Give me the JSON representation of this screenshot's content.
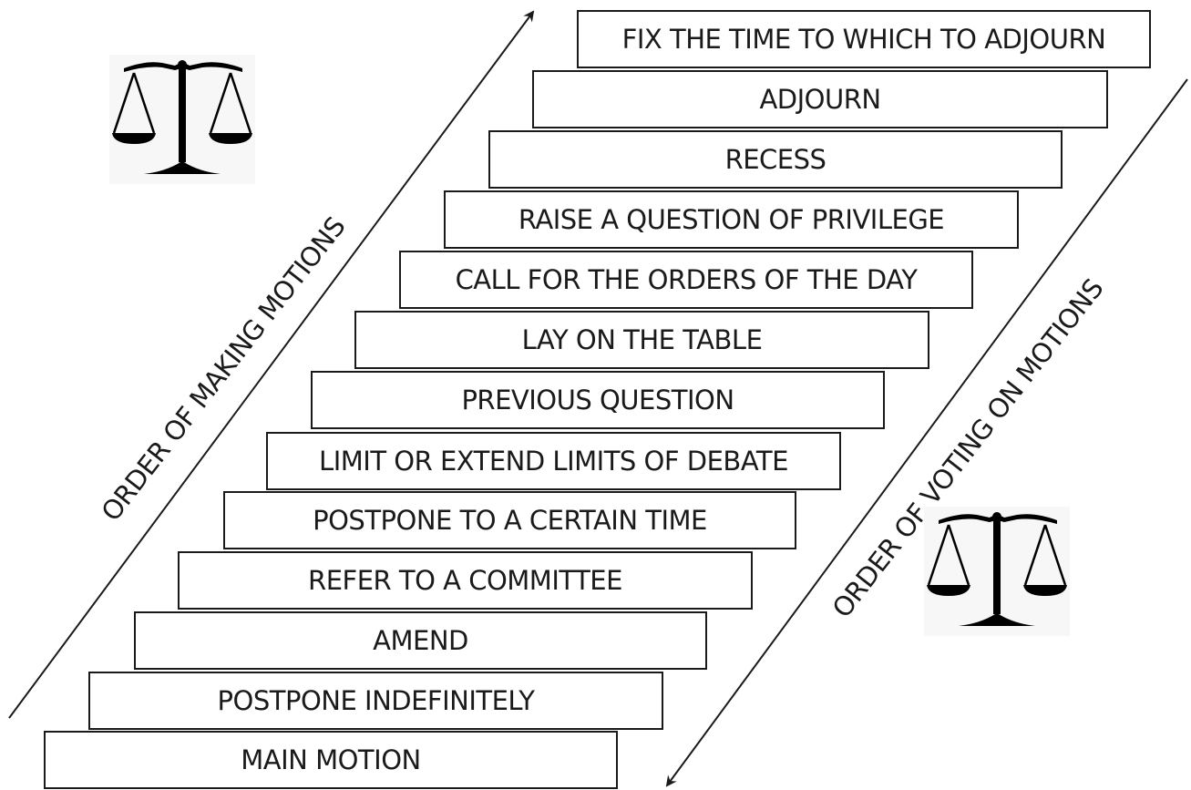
{
  "diagram": {
    "steps": [
      "MAIN MOTION",
      "POSTPONE INDEFINITELY",
      "AMEND",
      "REFER TO A COMMITTEE",
      "POSTPONE TO A CERTAIN TIME",
      "LIMIT OR EXTEND LIMITS OF DEBATE",
      "PREVIOUS QUESTION",
      "LAY ON THE TABLE",
      "CALL FOR THE ORDERS OF THE DAY",
      "RAISE A QUESTION OF PRIVILEGE",
      "RECESS",
      "ADJOURN",
      "FIX THE TIME TO WHICH TO ADJOURN"
    ],
    "making_label": "ORDER OF MAKING MOTIONS",
    "voting_label": "ORDER OF VOTING ON MOTIONS",
    "line_color": "#1a1a1a",
    "icons": [
      "scales-of-justice-icon",
      "scales-of-justice-icon"
    ]
  }
}
